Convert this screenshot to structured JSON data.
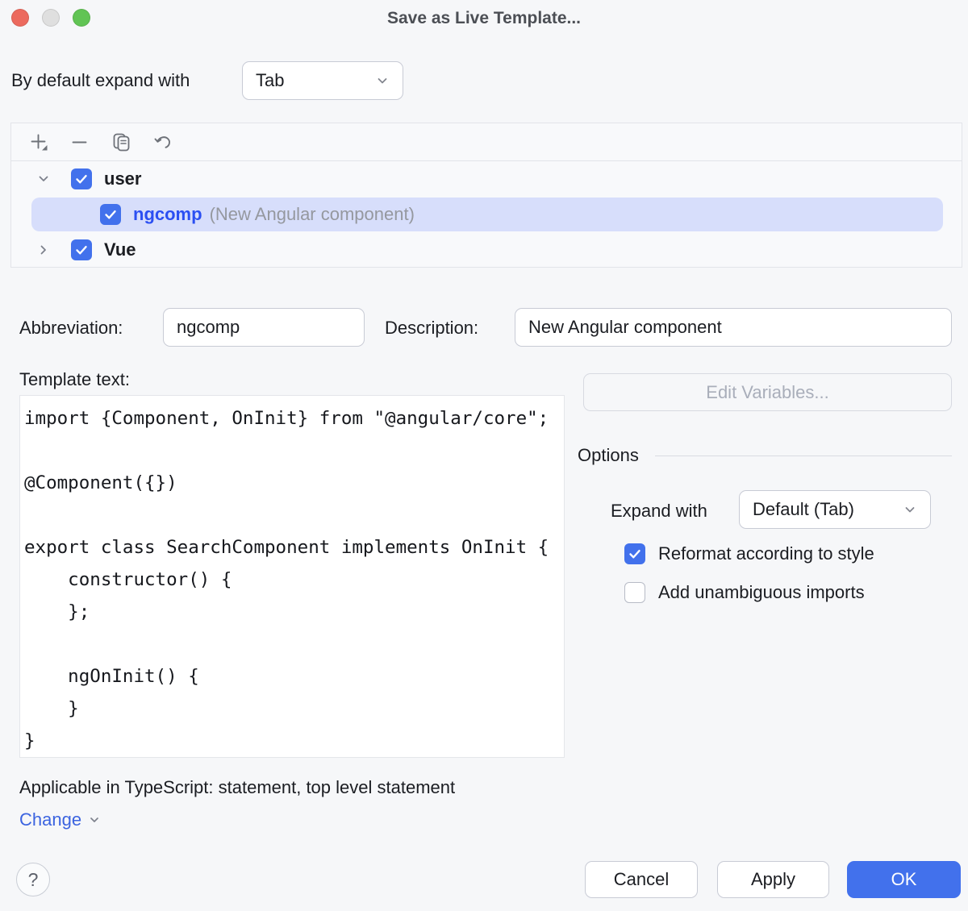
{
  "window": {
    "title": "Save as Live Template..."
  },
  "expand_default": {
    "label": "By default expand with",
    "value": "Tab"
  },
  "toolbar": {
    "icons": [
      "add-icon",
      "remove-icon",
      "duplicate-icon",
      "revert-icon"
    ]
  },
  "tree": {
    "rows": [
      {
        "label": "user",
        "checked": true,
        "expanded": true,
        "selected": false
      },
      {
        "label": "ngcomp",
        "description": "(New Angular component)",
        "checked": true,
        "selected": true
      },
      {
        "label": "Vue",
        "checked": true,
        "expanded": false,
        "selected": false
      }
    ]
  },
  "fields": {
    "abbreviation_label": "Abbreviation:",
    "abbreviation_value": "ngcomp",
    "description_label": "Description:",
    "description_value": "New Angular component"
  },
  "template": {
    "label": "Template text:",
    "code": "import {Component, OnInit} from \"@angular/core\";\n\n@Component({})\n\nexport class SearchComponent implements OnInit {\n    constructor() {\n    };\n\n    ngOnInit() {\n    }\n}"
  },
  "edit_variables": {
    "label": "Edit Variables...",
    "enabled": false
  },
  "options": {
    "header": "Options",
    "expand_with_label": "Expand with",
    "expand_with_value": "Default (Tab)",
    "checkboxes": [
      {
        "label": "Reformat according to style",
        "checked": true
      },
      {
        "label": "Add unambiguous imports",
        "checked": false
      }
    ]
  },
  "context": {
    "applicable": "Applicable in TypeScript: statement, top level statement",
    "change_label": "Change"
  },
  "footer": {
    "help_label": "?",
    "cancel_label": "Cancel",
    "apply_label": "Apply",
    "ok_label": "OK"
  },
  "colors": {
    "accent_blue": "#4271EC",
    "tree_name_blue": "#2B4FF2",
    "link_blue": "#3C64E0",
    "selection_bg": "#D7DEFB",
    "traffic_red": "#EC6A5E",
    "traffic_gray": "#DFDFDF",
    "traffic_green": "#61C454",
    "disabled_text": "#A9AEBA"
  }
}
